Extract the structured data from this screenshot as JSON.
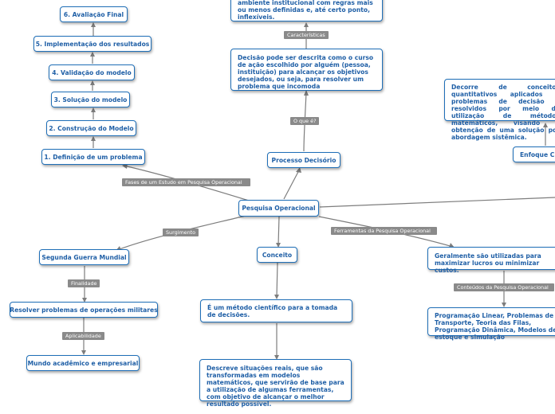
{
  "central": "Pesquisa Operacional",
  "fases": {
    "label": "Fases de um Estudo em Pesquisa Operacional",
    "steps": [
      "1. Definição de um problema",
      "2. Construção do Modelo",
      "3. Solução do modelo",
      "4. Validação do modelo",
      "5. Implementação dos resultados",
      "6. Avaliação Final"
    ]
  },
  "processo": {
    "title": "Processo Decisório",
    "label_oque": "O que é?",
    "definicao": "Decisão pode ser descrita como o curso de ação escolhido por alguém (pessoa, instituição) para alcançar os objetivos desejados, ou seja, para resolver um problema que incomoda",
    "label_caracteristicas": "Características",
    "caracteristicas_text": "ambiente institucional com regras mais ou menos definidas e, até certo ponto, inflexíveis."
  },
  "surgimento": {
    "label": "Surgimento",
    "guerra": "Segunda Guerra Mundial",
    "label_finalidade": "Finalidade",
    "finalidade": "Resolver problemas de operações militares",
    "label_aplicabilidade": "Aplicabilidade",
    "aplicabilidade": "Mundo acadêmico e empresarial"
  },
  "conceito": {
    "title": "Conceito",
    "metodo": "É um método científico para a tomada de decisões.",
    "descreve": "Descreve situações reais, que são transformadas em modelos matemáticos, que servirão de base para a utilização de algumas ferramentas, com objetivo de alcançar o melhor resultado possível."
  },
  "ferramentas": {
    "label": "Ferramentas da Pesquisa Operacional",
    "geral": "Geralmente são utilizadas para maximizar lucros ou minimizar custos.",
    "label_conteudos": "Conteúdos da Pesquisa Operacional",
    "conteudos": "Programação Linear, Problemas de Transporte, Teoria das Filas, Programação Dinâmica, Modelos de estoque e simulação"
  },
  "enfoque": {
    "title": "Enfoque Clássico",
    "decorre": "Decorre de conceitos quantitativos aplicados a problemas de decisão e resolvidos por meio da utilização de métodos matemáticos, visando à obtenção de uma solução por abordagem sistêmica."
  }
}
